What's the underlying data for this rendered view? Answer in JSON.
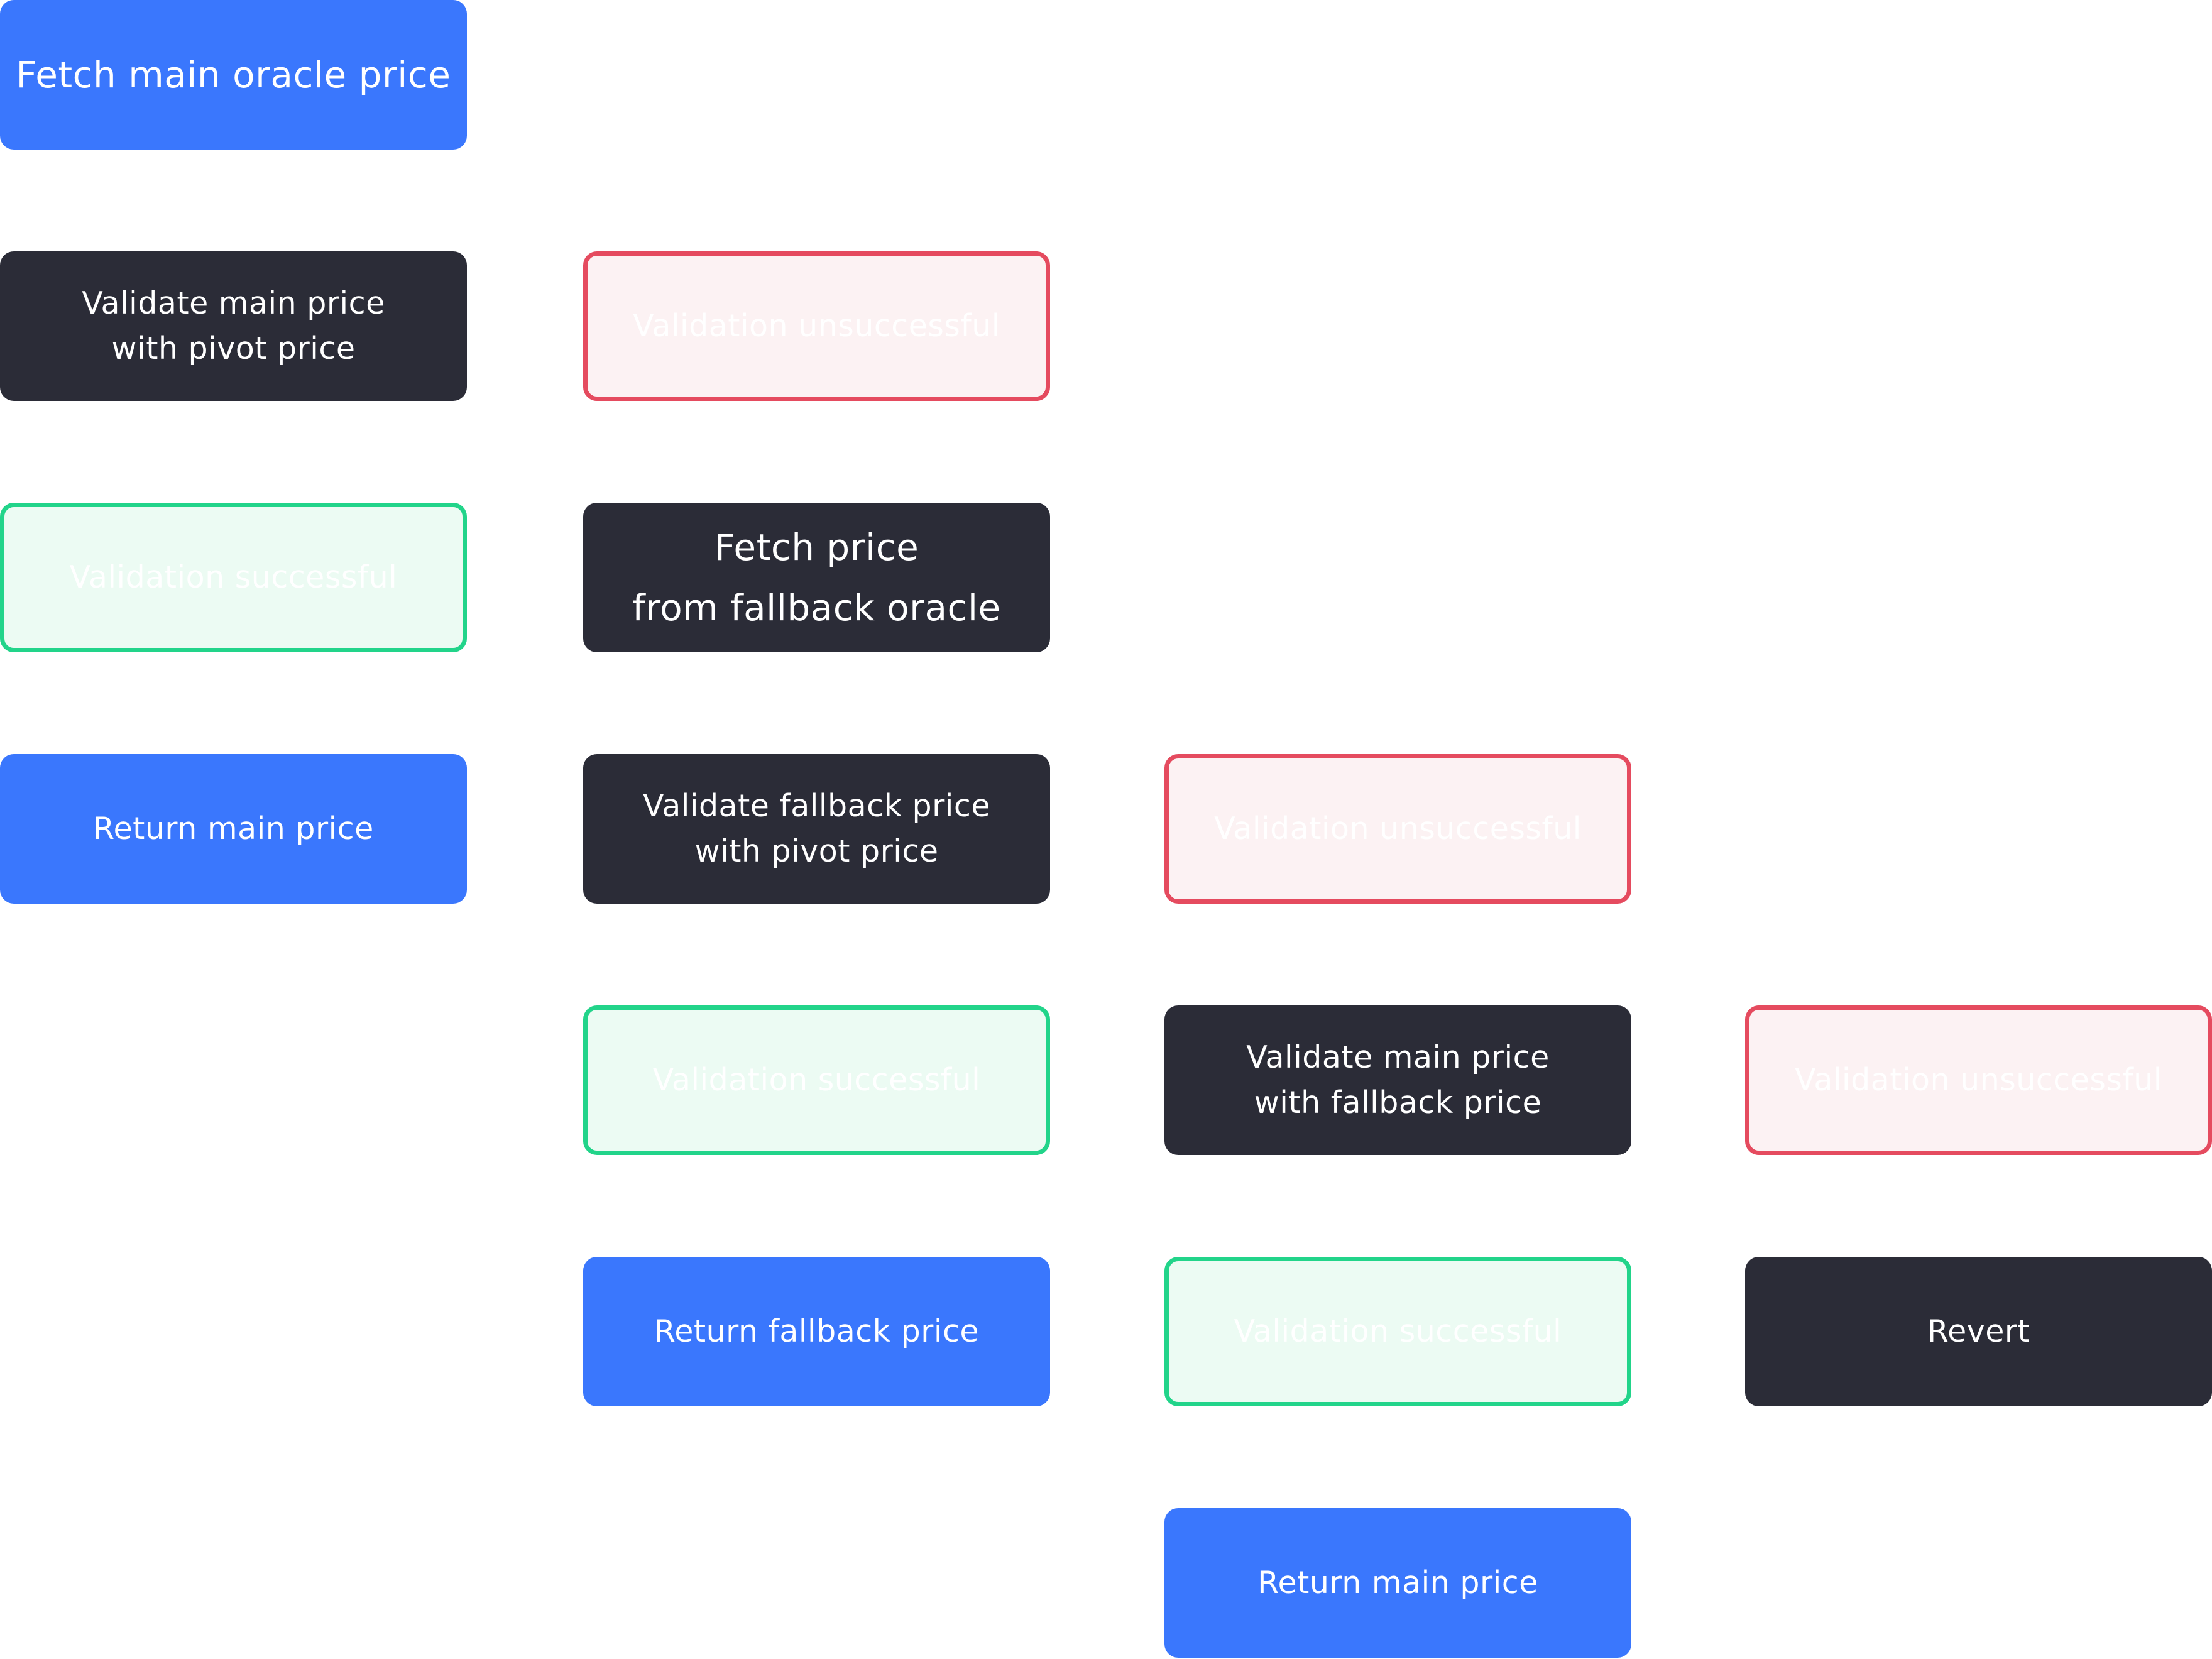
{
  "diagram": {
    "colors": {
      "action_blue": "#3a77fd",
      "step_dark": "#2b2c37",
      "fail_border": "#e54b5f",
      "fail_fill": "#fcf2f3",
      "success_border": "#22d48a",
      "success_fill": "#ecfbf3"
    },
    "nodes": {
      "fetch_main": {
        "lines": [
          "Fetch main oracle price"
        ]
      },
      "validate_main_pivot": {
        "lines": [
          "Validate main price",
          "with pivot price"
        ]
      },
      "fail_1": {
        "lines": [
          "Validation unsuccessful"
        ]
      },
      "ok_1": {
        "lines": [
          "Validation successful"
        ]
      },
      "fetch_fallback": {
        "lines": [
          "Fetch price",
          "from fallback oracle"
        ]
      },
      "return_main_1": {
        "lines": [
          "Return main price"
        ]
      },
      "validate_fallback_pivot": {
        "lines": [
          "Validate fallback price",
          "with pivot price"
        ]
      },
      "fail_2": {
        "lines": [
          "Validation unsuccessful"
        ]
      },
      "ok_2": {
        "lines": [
          "Validation successful"
        ]
      },
      "validate_main_fallback": {
        "lines": [
          "Validate main price",
          "with fallback price"
        ]
      },
      "fail_3": {
        "lines": [
          "Validation unsuccessful"
        ]
      },
      "return_fallback": {
        "lines": [
          "Return fallback price"
        ]
      },
      "ok_3": {
        "lines": [
          "Validation successful"
        ]
      },
      "revert": {
        "lines": [
          "Revert"
        ]
      },
      "return_main_2": {
        "lines": [
          "Return main price"
        ]
      }
    }
  }
}
